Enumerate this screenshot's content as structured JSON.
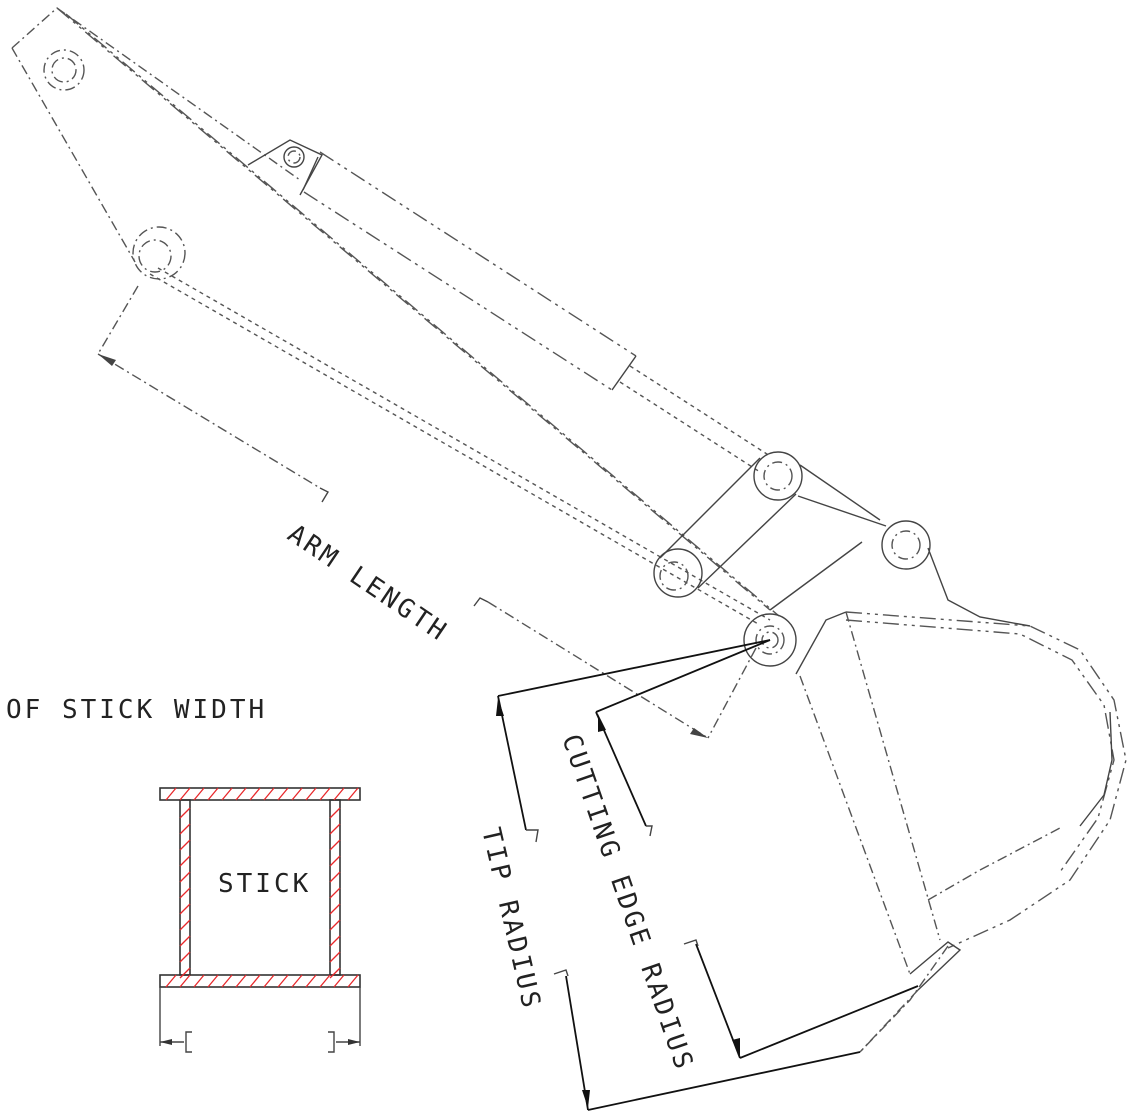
{
  "labels": {
    "arm_length": "ARM LENGTH",
    "stick_width": "OF STICK WIDTH",
    "stick": "STICK",
    "cutting_edge_radius": "CUTTING EDGE RADIUS",
    "tip_radius": "TIP RADIUS"
  },
  "colors": {
    "line": "#444444",
    "hatch": "#e8282b"
  }
}
